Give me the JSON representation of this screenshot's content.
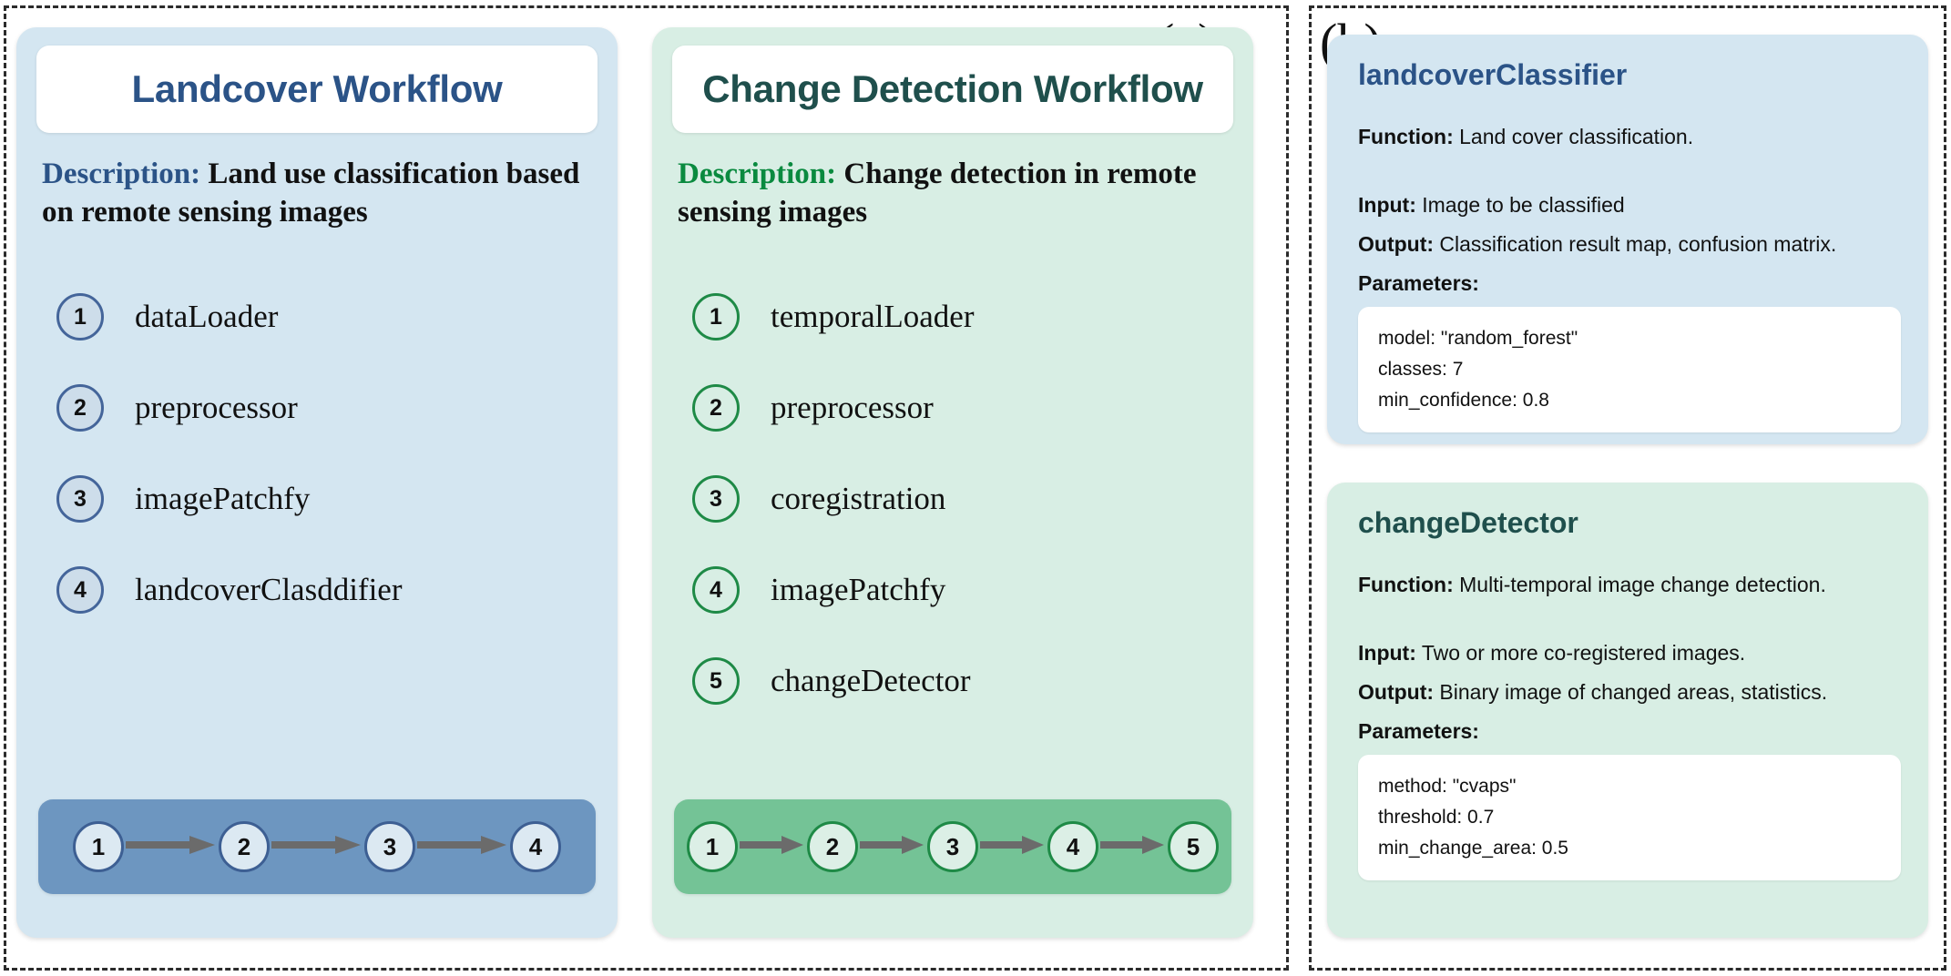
{
  "figure": {
    "panel_a_label": "(a)",
    "panel_b_label": "(b)"
  },
  "workflows": [
    {
      "title": "Landcover Workflow",
      "desc_key": "Description:",
      "desc_text": " Land use classification based on remote sensing images",
      "steps": [
        {
          "num": "1",
          "label": "dataLoader"
        },
        {
          "num": "2",
          "label": "preprocessor"
        },
        {
          "num": "3",
          "label": "imagePatchfy"
        },
        {
          "num": "4",
          "label": "landcoverClasddifier"
        }
      ],
      "flow_nodes": [
        "1",
        "2",
        "3",
        "4"
      ],
      "accent": "#2b5387",
      "card_bg": "#d4e6f1",
      "flow_bg": "#6d96c0"
    },
    {
      "title": "Change Detection Workflow",
      "desc_key": "Description:",
      "desc_text": " Change detection in remote sensing images",
      "steps": [
        {
          "num": "1",
          "label": "temporalLoader"
        },
        {
          "num": "2",
          "label": "preprocessor"
        },
        {
          "num": "3",
          "label": "coregistration"
        },
        {
          "num": "4",
          "label": "imagePatchfy"
        },
        {
          "num": "5",
          "label": "changeDetector"
        }
      ],
      "flow_nodes": [
        "1",
        "2",
        "3",
        "4",
        "5"
      ],
      "accent": "#1f4f4c",
      "card_bg": "#d8eee4",
      "flow_bg": "#74c396"
    }
  ],
  "tools": [
    {
      "title": "landcoverClassifier",
      "function_key": "Function:",
      "function_value": " Land cover classification.",
      "input_key": "Input:",
      "input_value": " Image to be classified",
      "output_key": "Output:",
      "output_value": " Classification result map, confusion matrix.",
      "parameters_label": "Parameters:",
      "parameters": [
        "model: \"random_forest\"",
        "classes: 7",
        "min_confidence: 0.8"
      ],
      "accent": "#2b5387",
      "card_bg": "#d4e6f1"
    },
    {
      "title": "changeDetector",
      "function_key": "Function:",
      "function_value": " Multi-temporal image  change detection.",
      "input_key": "Input:",
      "input_value": " Two or more co-registered images.",
      "output_key": "Output:",
      "output_value": " Binary image of changed areas, statistics.",
      "parameters_label": "Parameters:",
      "parameters": [
        "method: \"cvaps\"",
        "threshold: 0.7",
        "min_change_area: 0.5"
      ],
      "accent": "#1f4f4c",
      "card_bg": "#d8eee4"
    }
  ]
}
